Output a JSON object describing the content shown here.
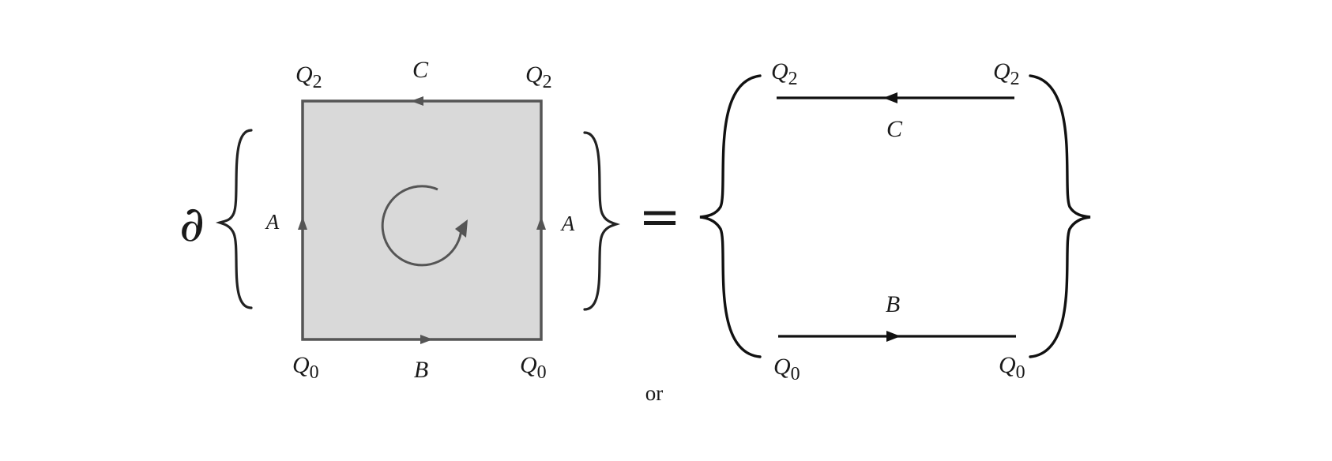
{
  "left_figure": {
    "operator": "∂",
    "corners": {
      "top_left": {
        "base": "Q",
        "sub": "2"
      },
      "top_right": {
        "base": "Q",
        "sub": "2"
      },
      "bottom_left": {
        "base": "Q",
        "sub": "0"
      },
      "bottom_right": {
        "base": "Q",
        "sub": "0"
      }
    },
    "edges": {
      "top": "C",
      "bottom": "B",
      "left": "A",
      "right": "A"
    },
    "square_fill": "#d9d9d9",
    "edge_color": "#555555"
  },
  "equals": "=",
  "right_figure": {
    "corners": {
      "top_left": {
        "base": "Q",
        "sub": "2"
      },
      "top_right": {
        "base": "Q",
        "sub": "2"
      },
      "bottom_left": {
        "base": "Q",
        "sub": "0"
      },
      "bottom_right": {
        "base": "Q",
        "sub": "0"
      }
    },
    "top_path_label": "C",
    "bottom_path_label": "B",
    "line_color": "#111111"
  },
  "caption": "or"
}
